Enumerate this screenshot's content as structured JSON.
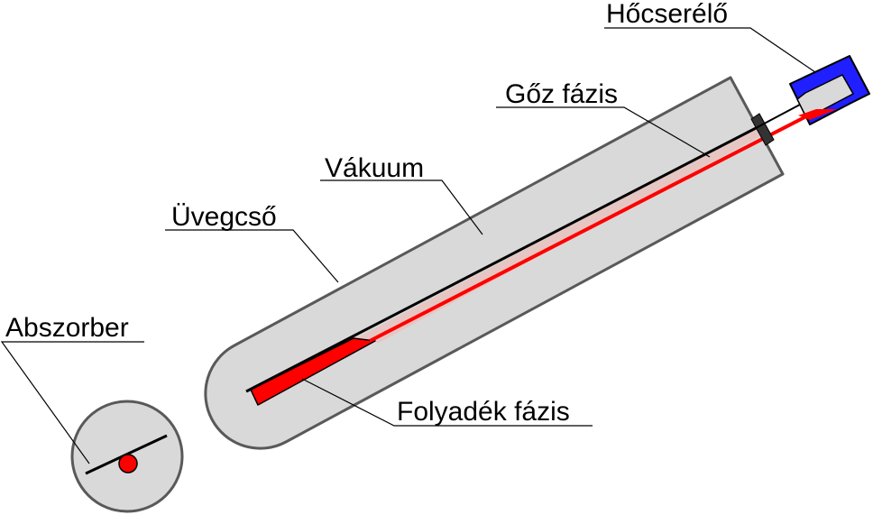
{
  "labels": {
    "hocserelo": "Hőcserélő",
    "goz_fazis": "Gőz fázis",
    "vakuum": "Vákuum",
    "uvegcso": "Üvegcső",
    "abszorber": "Abszorber",
    "folyadek_fazis": "Folyadék fázis"
  },
  "colors": {
    "glass_fill": "#d9d9d9",
    "outline": "#595959",
    "liquid": "#ff0000",
    "vapor_tint": "#e8c8c4",
    "heat_exchanger": "#1f1fff",
    "absorber": "#000000"
  }
}
